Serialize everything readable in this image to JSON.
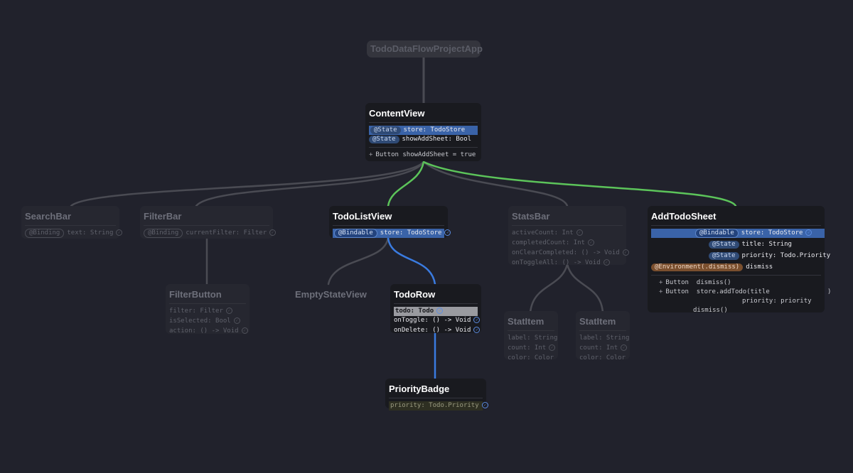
{
  "app": {
    "title": "TodoDataFlowProjectApp"
  },
  "content_view": {
    "title": "ContentView",
    "props": [
      {
        "badge": "@State",
        "text": "store: TodoStore"
      },
      {
        "badge": "@State",
        "text": "showAddSheet: Bool"
      }
    ],
    "action": {
      "kind": "Button",
      "text": "showAddSheet = true"
    }
  },
  "search_bar": {
    "title": "SearchBar",
    "props": [
      {
        "badge": "@Binding",
        "text": "text: String"
      }
    ]
  },
  "filter_bar": {
    "title": "FilterBar",
    "props": [
      {
        "badge": "@Binding",
        "text": "currentFilter: Filter"
      }
    ]
  },
  "todo_list_view": {
    "title": "TodoListView",
    "props": [
      {
        "badge": "@Bindable",
        "text": "store: TodoStore"
      }
    ]
  },
  "stats_bar": {
    "title": "StatsBar",
    "props": [
      "activeCount: Int",
      "completedCount: Int",
      "onClearCompleted: () -> Void",
      "onToggleAll: () -> Void"
    ]
  },
  "add_todo_sheet": {
    "title": "AddTodoSheet",
    "props": [
      {
        "badge": "@Bindable",
        "text": "store: TodoStore"
      },
      {
        "badge": "@State",
        "text": "title: String"
      },
      {
        "badge": "@State",
        "text": "priority: Todo.Priority"
      },
      {
        "badge": "@Environment(.dismiss)",
        "text": "dismiss"
      }
    ],
    "actions": [
      {
        "kind": "Button",
        "text": "dismiss()"
      },
      {
        "kind": "Button",
        "text": "store.addTodo(title               )"
      }
    ],
    "continuation": [
      "priority: priority",
      "dismiss()"
    ]
  },
  "filter_button": {
    "title": "FilterButton",
    "props": [
      "filter: Filter",
      "isSelected: Bool",
      "action: () -> Void"
    ]
  },
  "empty_state_view": {
    "title": "EmptyStateView"
  },
  "todo_row": {
    "title": "TodoRow",
    "props": [
      "todo: Todo",
      "onToggle: () -> Void",
      "onDelete: () -> Void"
    ]
  },
  "stat_items": [
    {
      "title": "StatItem",
      "props": [
        "label: String",
        "count: Int",
        "color: Color"
      ]
    },
    {
      "title": "StatItem",
      "props": [
        "label: String",
        "count: Int",
        "color: Color"
      ]
    }
  ],
  "priority_badge": {
    "title": "PriorityBadge",
    "props": [
      "priority: Todo.Priority"
    ]
  },
  "colors": {
    "background": "#21222c",
    "edge_dim": "#4a4b53",
    "edge_green": "#5cc45a",
    "edge_blue": "#3a7be0",
    "highlight": "#3a63a8"
  }
}
